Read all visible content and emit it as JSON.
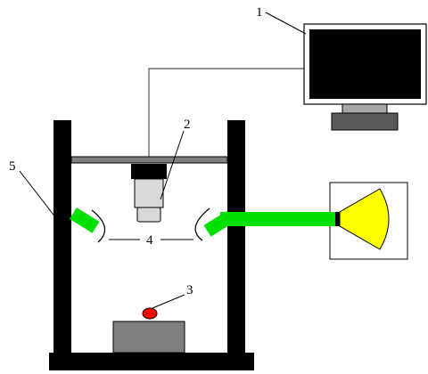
{
  "labels": {
    "monitor": "1",
    "camera": "2",
    "sample": "3",
    "reflectors": "4",
    "frame": "5"
  },
  "colors": {
    "frame": "#000000",
    "screen": "#000000",
    "monitor_body": "#ffffff",
    "monitor_base": "#a6a6a6",
    "lens": "#d9d9d9",
    "lens_collar": "#9c9c9c",
    "light_guide": "#00e000",
    "lamp": "#ffff00",
    "platform": "#7f7f7f",
    "sample": "#ff0000",
    "cable": "#555555"
  },
  "icons": {
    "monitor": "monitor-icon",
    "camera": "camera-icon",
    "lamp": "lamp-icon",
    "sample": "sample-icon"
  }
}
